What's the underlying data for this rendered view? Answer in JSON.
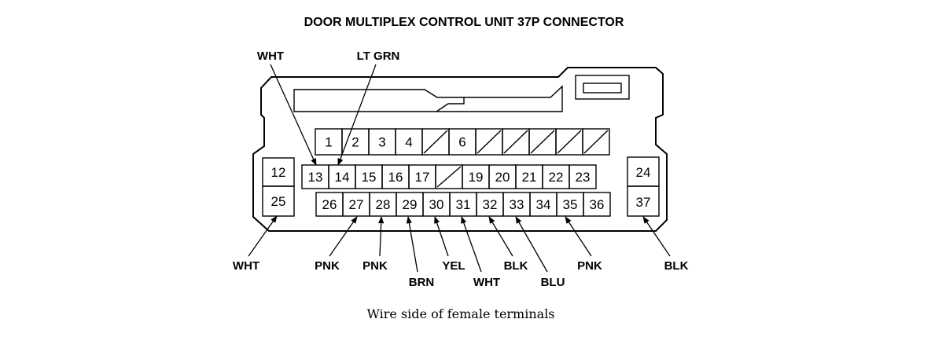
{
  "title": "DOOR MULTIPLEX CONTROL UNIT 37P CONNECTOR",
  "caption": "Wire side of female terminals",
  "row1_pins": [
    "1",
    "2",
    "3",
    "4",
    "",
    "6",
    "",
    "",
    "",
    "",
    ""
  ],
  "row2_pins": [
    "13",
    "14",
    "15",
    "16",
    "17",
    "",
    "19",
    "20",
    "21",
    "22",
    "23"
  ],
  "row3_pins": [
    "26",
    "27",
    "28",
    "29",
    "30",
    "31",
    "32",
    "33",
    "34",
    "35",
    "36"
  ],
  "side_pins": {
    "left_top": "12",
    "left_bottom": "25",
    "right_top": "24",
    "right_bottom": "37"
  },
  "wires": [
    {
      "pin": "13",
      "color": "WHT"
    },
    {
      "pin": "14",
      "color": "LT GRN"
    },
    {
      "pin": "25",
      "color": "WHT"
    },
    {
      "pin": "27",
      "color": "PNK"
    },
    {
      "pin": "28",
      "color": "PNK"
    },
    {
      "pin": "29",
      "color": "BRN"
    },
    {
      "pin": "30",
      "color": "YEL"
    },
    {
      "pin": "31",
      "color": "WHT"
    },
    {
      "pin": "32",
      "color": "BLK"
    },
    {
      "pin": "33",
      "color": "BLU"
    },
    {
      "pin": "35",
      "color": "PNK"
    },
    {
      "pin": "37",
      "color": "BLK"
    }
  ]
}
